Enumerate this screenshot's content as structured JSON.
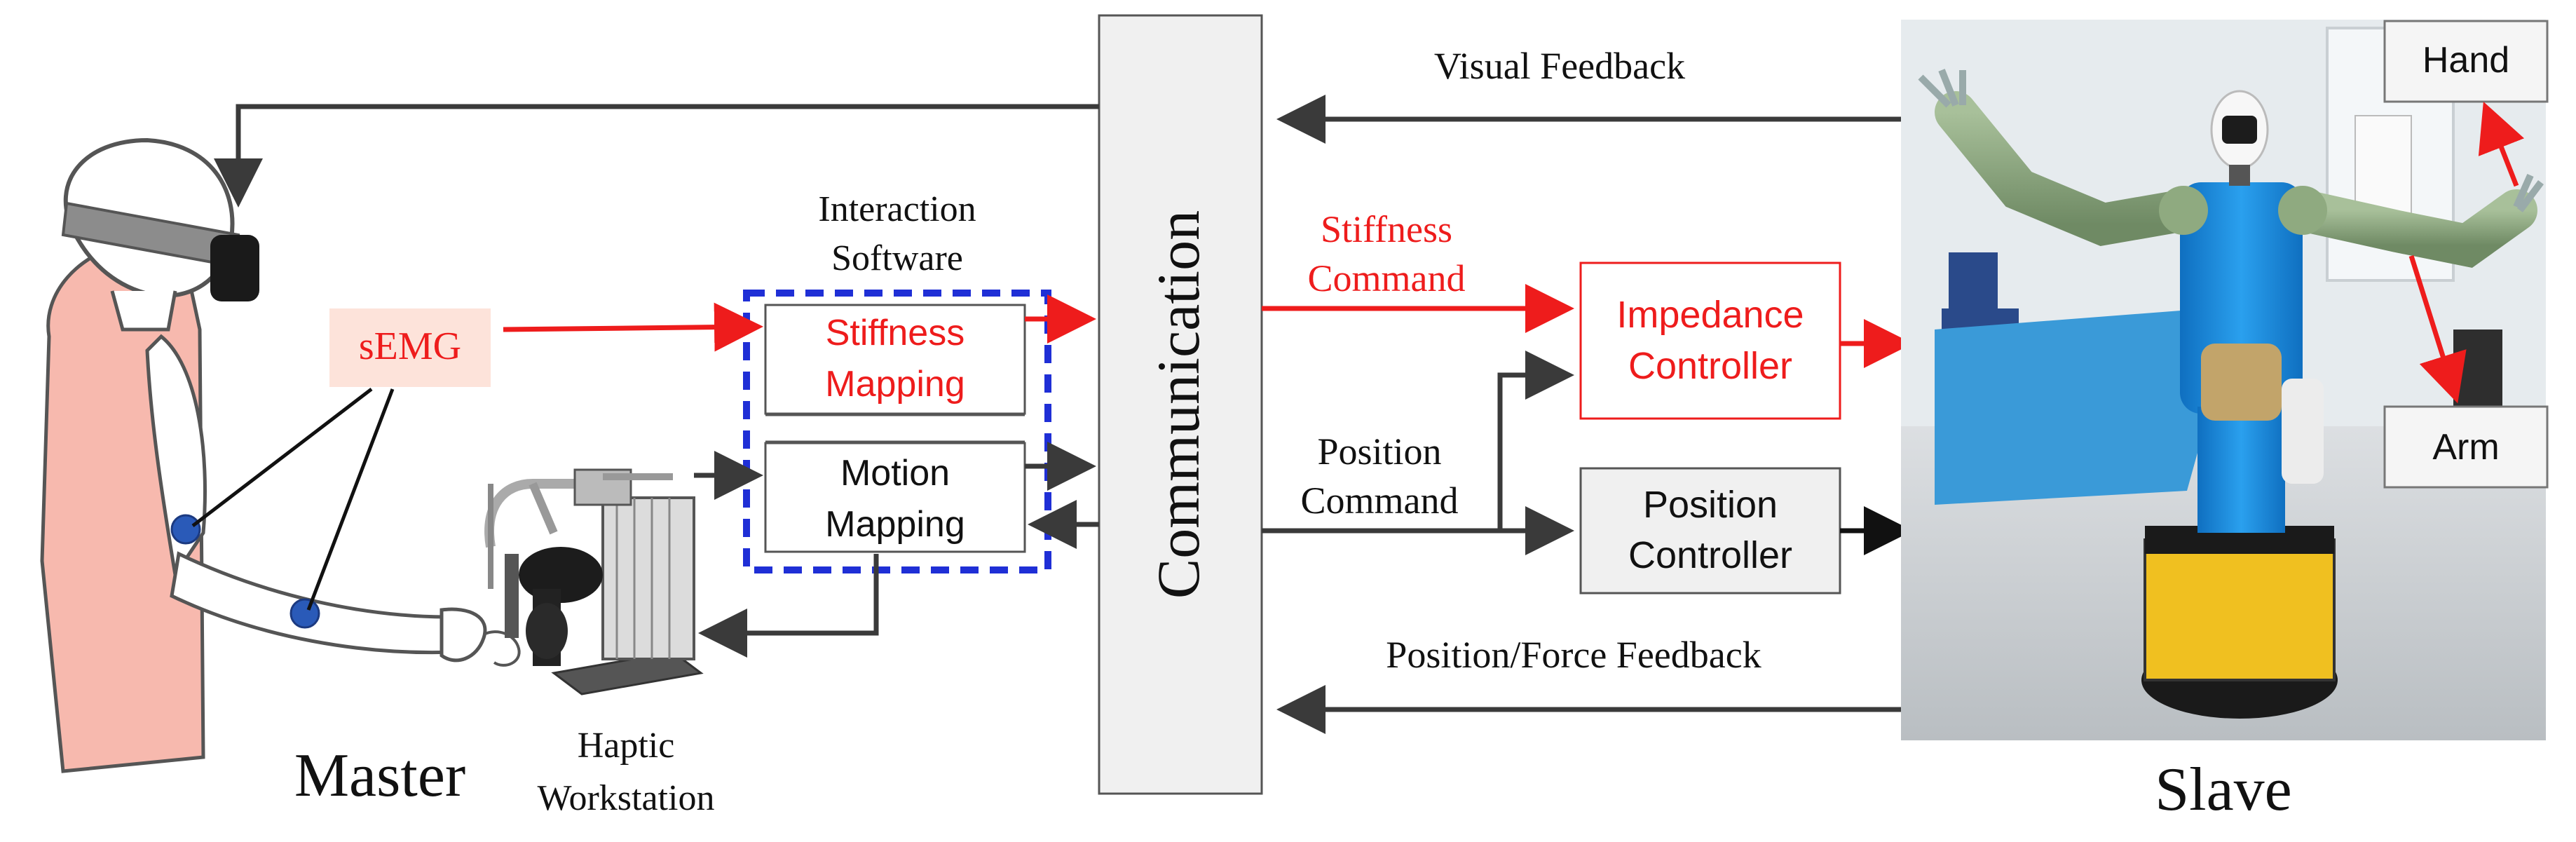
{
  "labels": {
    "interaction_software_line1": "Interaction",
    "interaction_software_line2": "Software",
    "communication": "Communication",
    "visual_feedback": "Visual Feedback",
    "stiffness_command_line1": "Stiffness",
    "stiffness_command_line2": "Command",
    "position_command_line1": "Position",
    "position_command_line2": "Command",
    "position_force_feedback": "Position/Force Feedback",
    "semg": "sEMG",
    "master": "Master",
    "haptic_line1": "Haptic",
    "haptic_line2": "Workstation",
    "slave": "Slave"
  },
  "blocks": {
    "stiffness_mapping_line1": "Stiffness",
    "stiffness_mapping_line2": "Mapping",
    "motion_mapping_line1": "Motion",
    "motion_mapping_line2": "Mapping",
    "impedance_controller_line1": "Impedance",
    "impedance_controller_line2": "Controller",
    "position_controller_line1": "Position",
    "position_controller_line2": "Controller",
    "hand": "Hand",
    "arm": "Arm"
  },
  "colors": {
    "red": "#ee1c1c",
    "dark_arrow": "#3a3a3a",
    "blue_dashed": "#1f2fd6",
    "semg_bg": "#fde3da",
    "block_bg": "#f0f0f0",
    "robot_blue": "#1c8fe0",
    "robot_green": "#8faa80",
    "robot_yellow": "#f0c020"
  }
}
